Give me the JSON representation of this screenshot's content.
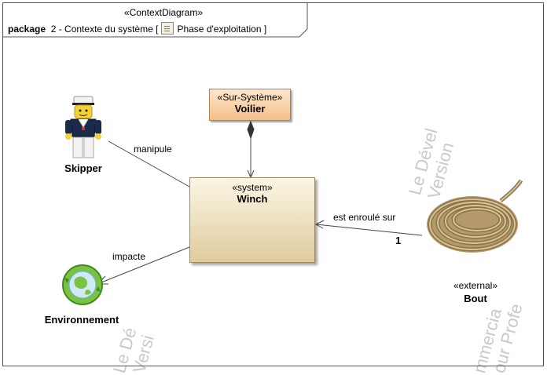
{
  "frame": {
    "stereotype": "«ContextDiagram»",
    "kind": "package",
    "title": "2 - Contexte du système",
    "bracket_open": "[",
    "bracket_close": "]",
    "view_name": "Phase d'exploitation"
  },
  "blocks": {
    "voilier": {
      "stereotype": "«Sur-Système»",
      "name": "Voilier"
    },
    "winch": {
      "stereotype": "«system»",
      "name": "Winch"
    }
  },
  "actors": {
    "skipper": {
      "name": "Skipper"
    },
    "environnement": {
      "name": "Environnement"
    },
    "bout": {
      "stereotype": "«external»",
      "name": "Bout"
    }
  },
  "relations": {
    "skipper_winch": "manipule",
    "winch_env": "impacte",
    "bout_winch": "est enroulé sur",
    "bout_multiplicity": "1"
  },
  "watermarks": {
    "top_right_1": "Version",
    "top_right_2": "Le Dével",
    "bottom_left_1": "Versi",
    "bottom_left_2": "Le Dé",
    "bottom_right_1": "our Profe",
    "bottom_right_2": "mmercia"
  },
  "colors": {
    "system_block": "#e6d6a8",
    "supersystem_block": "#f7cfa0",
    "line": "#444444"
  }
}
